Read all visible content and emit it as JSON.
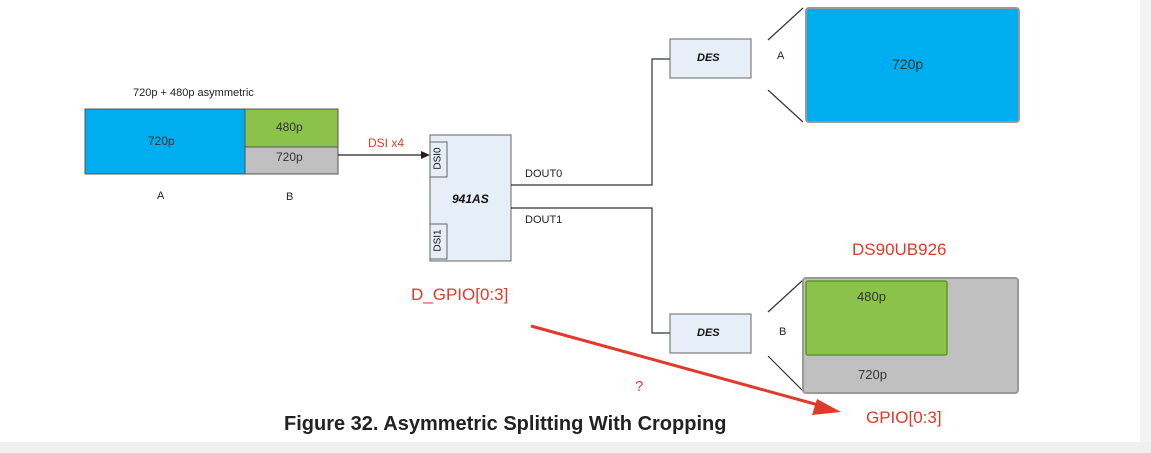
{
  "source": {
    "title": "720p + 480p asymmetric",
    "region_a_label": "720p",
    "region_b_top_label": "480p",
    "region_b_bottom_label": "720p",
    "label_a": "A",
    "label_b": "B"
  },
  "link": {
    "dsi_label": "DSI x4"
  },
  "serializer": {
    "name": "941AS",
    "port0": "DSI0",
    "port1": "DSI1",
    "out0": "DOUT0",
    "out1": "DOUT1"
  },
  "deserializers": {
    "top_label": "DES",
    "bottom_label": "DES",
    "top_channel": "A",
    "bottom_channel": "B"
  },
  "display_top": {
    "label": "720p"
  },
  "display_bottom": {
    "part": "DS90UB926",
    "top_label": "480p",
    "bottom_label": "720p"
  },
  "annotations": {
    "d_gpio": "D_GPIO[0:3]",
    "question": "?",
    "gpio": "GPIO[0:3]"
  },
  "caption": "Figure 32.  Asymmetric Splitting With Cropping",
  "colors": {
    "blue": "#00adef",
    "green": "#8bc34a",
    "gray": "#c0c0c0",
    "red": "#e03a2a",
    "chip": "#e6eef8"
  }
}
